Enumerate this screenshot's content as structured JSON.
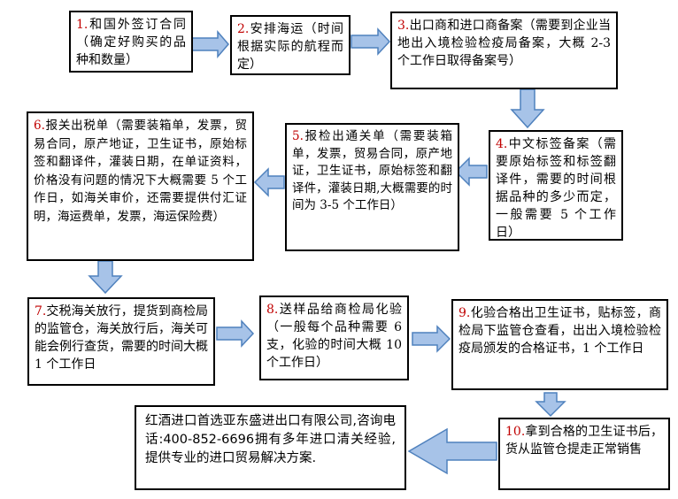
{
  "steps": [
    {
      "num": "1.",
      "text": "和国外签订合同（确定好购买的品种和数量）"
    },
    {
      "num": "2.",
      "text": "安排海运（时间根据实际的航程而定）"
    },
    {
      "num": "3.",
      "text": "出口商和进口商备案（需要到企业当地出入境检验检疫局备案，大概 2-3 个工作日取得备案号）"
    },
    {
      "num": "4.",
      "text": "中文标签备案（需要原始标签和标签翻译件，需要的时间根据品种的多少而定，一般需要 5 个工作日）"
    },
    {
      "num": "5.",
      "text": "报检出通关单（需要装箱单，发票，贸易合同，原产地证，卫生证书，原始标签和翻译件，灌装日期,大概需要的时间为 3-5 个工作日）"
    },
    {
      "num": "6.",
      "text": "报关出税单（需要装箱单，发票，贸易合同，原产地证，卫生证书，原始标签和翻译件，灌装日期，在单证资料，价格没有问题的情况下大概需要 5 个工作日，如海关审价，还需要提供付汇证明，海运费单，发票，海运保险费）"
    },
    {
      "num": "7.",
      "text": "交税海关放行，提货到商检局的监管仓，海关放行后，海关可能会例行查货，需要的时间大概 1 个工作日"
    },
    {
      "num": "8.",
      "text": "送样品给商检局化验（一般每个品种需要 6 支，化验的时间大概 10 个工作日）"
    },
    {
      "num": "9.",
      "text": "化验合格出卫生证书，贴标签，商检局下监管仓查看，出出入境检验检疫局颁发的合格证书，1 个工作日"
    },
    {
      "num": "10.",
      "text": "拿到合格的卫生证书后，货从监管仓提走正常销售"
    }
  ],
  "company_note": "红酒进口首选亚东盛进出口有限公司,咨询电话:400-852-6696拥有多年进口清关经验,提供专业的进口贸易解决方案.",
  "colors": {
    "arrow_fill": "#a7c3e8",
    "arrow_stroke": "#4f81bd",
    "number": "#c00000",
    "border": "#000000"
  }
}
